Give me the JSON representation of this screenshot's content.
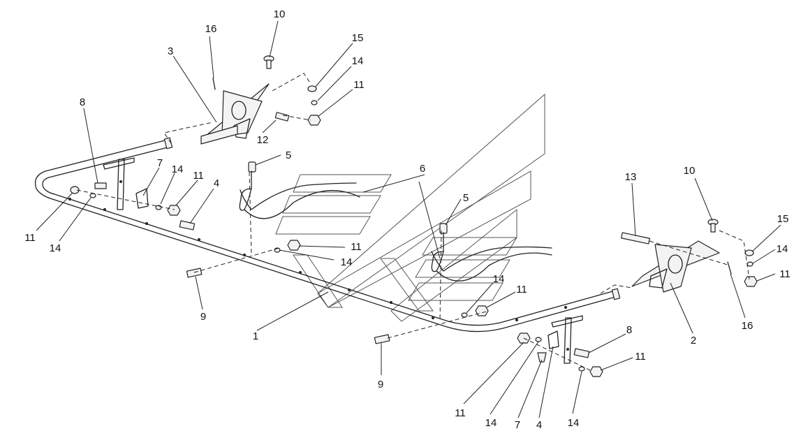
{
  "callouts": {
    "c1": "1",
    "c2": "2",
    "c3": "3",
    "c4a": "4",
    "c4b": "4",
    "c5a": "5",
    "c5b": "5",
    "c6": "6",
    "c7a": "7",
    "c7b": "7",
    "c8a": "8",
    "c8b": "8",
    "c9a": "9",
    "c9b": "9",
    "c10a": "10",
    "c10b": "10",
    "c11a": "11",
    "c11b": "11",
    "c11c": "11",
    "c11d": "11",
    "c11e": "11",
    "c11f": "11",
    "c11g": "11",
    "c11h": "11",
    "c12": "12",
    "c13": "13",
    "c14a": "14",
    "c14b": "14",
    "c14c": "14",
    "c14d": "14",
    "c14e": "14",
    "c14f": "14",
    "c14g": "14",
    "c14h": "14",
    "c15a": "15",
    "c15b": "15",
    "c16a": "16",
    "c16b": "16"
  }
}
